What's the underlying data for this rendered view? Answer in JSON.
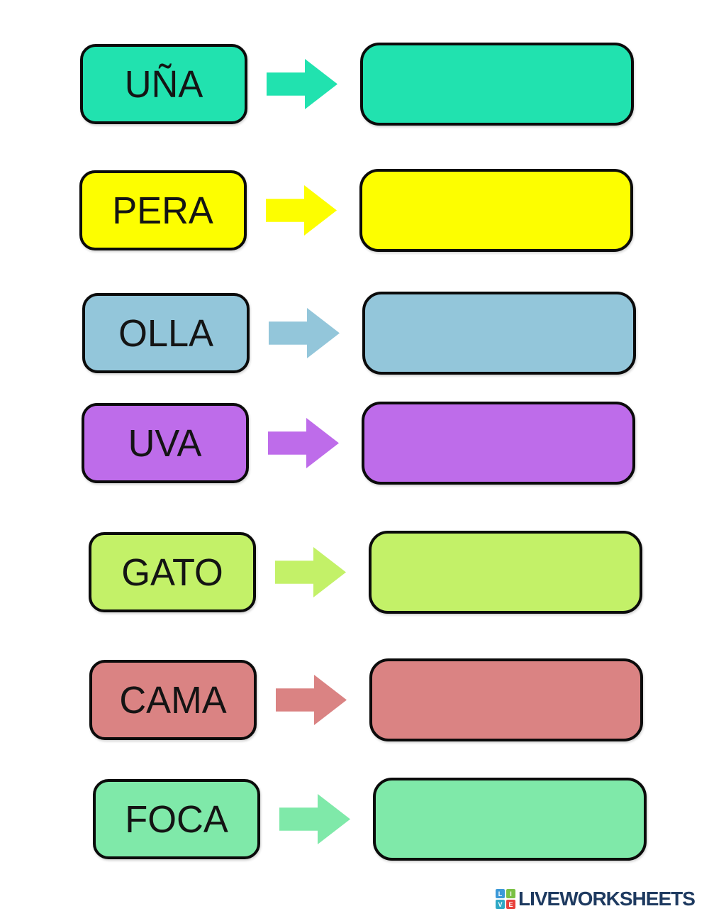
{
  "rows": [
    {
      "label": "UÑA",
      "color": "#21E2AF"
    },
    {
      "label": "PERA",
      "color": "#FDFE00"
    },
    {
      "label": "OLLA",
      "color": "#93C6DA"
    },
    {
      "label": "UVA",
      "color": "#BE6CEA"
    },
    {
      "label": "GATO",
      "color": "#C3F168"
    },
    {
      "label": "CAMA",
      "color": "#DA8383"
    },
    {
      "label": "FOCA",
      "color": "#7FE9A9"
    }
  ],
  "footer": {
    "brand": "LIVEWORKSHEETS",
    "brand_color": "#1E3A60",
    "logo_tiles": [
      {
        "letter": "L",
        "color": "#3C99D8"
      },
      {
        "letter": "I",
        "color": "#7BC144"
      },
      {
        "letter": "V",
        "color": "#2FA8C5"
      },
      {
        "letter": "E",
        "color": "#E8413C"
      }
    ]
  }
}
